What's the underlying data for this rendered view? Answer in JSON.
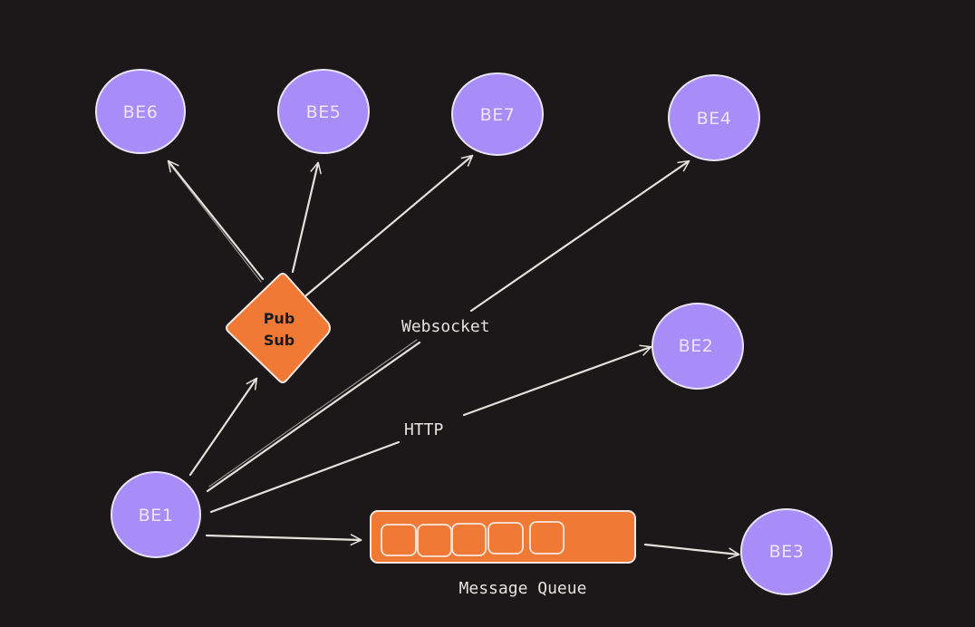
{
  "colors": {
    "background": "#1c1819",
    "node_fill": "#a88cf7",
    "node_stroke": "#e9e4f7",
    "orange": "#f07a35",
    "arrow": "#e4e0da",
    "text_light": "#e6e2de"
  },
  "nodes": {
    "be1": "BE1",
    "be2": "BE2",
    "be3": "BE3",
    "be4": "BE4",
    "be5": "BE5",
    "be6": "BE6",
    "be7": "BE7"
  },
  "pubsub": {
    "line1": "Pub",
    "line2": "Sub"
  },
  "edges": {
    "websocket": "Websocket",
    "http": "HTTP"
  },
  "queue": {
    "label": "Message Queue",
    "slots": 5
  }
}
